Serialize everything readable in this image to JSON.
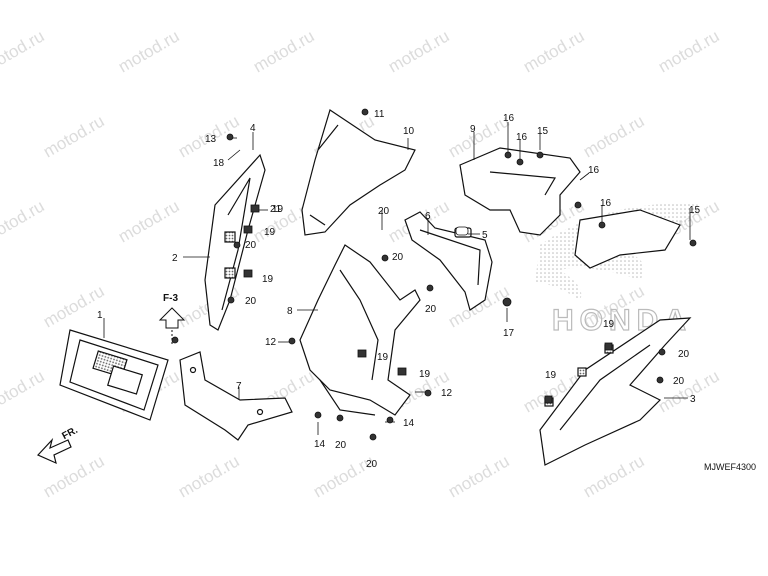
{
  "watermark_text": "motod.ru",
  "diagram_code": "MJWEF4300",
  "front_label": "FR.",
  "ref_label": "F-3",
  "brand": "HONDA",
  "callouts": [
    "1",
    "2",
    "3",
    "4",
    "5",
    "6",
    "7",
    "8",
    "9",
    "10",
    "11",
    "12",
    "12",
    "13",
    "14",
    "14",
    "15",
    "15",
    "16",
    "16",
    "16",
    "16",
    "17",
    "18",
    "19",
    "19",
    "19",
    "19",
    "19",
    "19",
    "19",
    "20",
    "20",
    "20",
    "20",
    "20",
    "20",
    "20",
    "20",
    "20",
    "21"
  ],
  "colors": {
    "line": "#111111",
    "watermark": "#dcdcdc",
    "shade": "#444444"
  }
}
